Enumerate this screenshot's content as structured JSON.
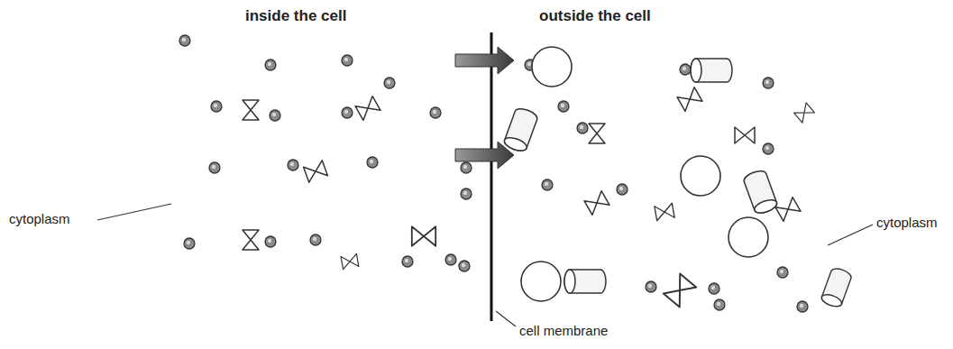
{
  "diagram": {
    "labels": [
      "inside the cell",
      "outside the cell",
      "cytoplasm",
      "cytoplasm",
      "cell membrane"
    ]
  }
}
